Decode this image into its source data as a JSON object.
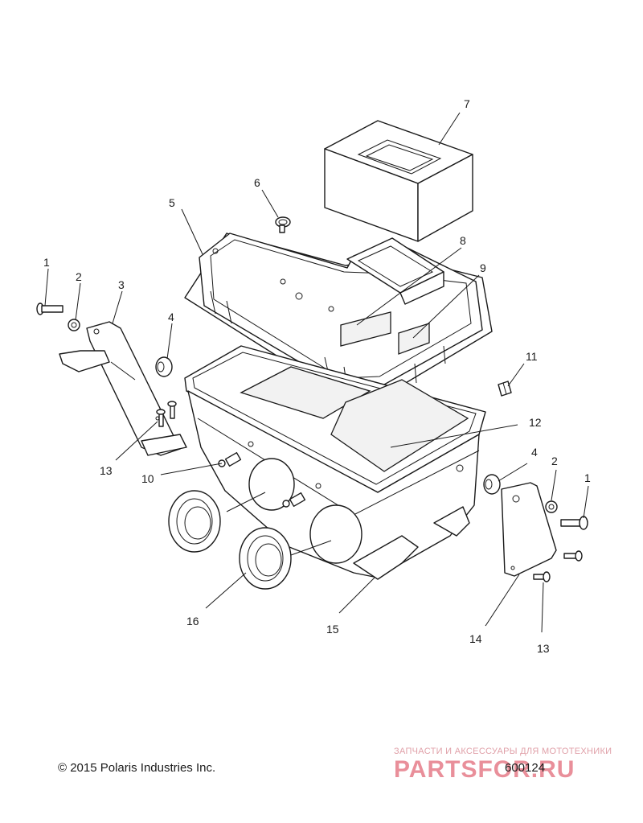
{
  "callouts": [
    {
      "id": "c1a",
      "label": "1"
    },
    {
      "id": "c2a",
      "label": "2"
    },
    {
      "id": "c3",
      "label": "3"
    },
    {
      "id": "c4a",
      "label": "4"
    },
    {
      "id": "c5",
      "label": "5"
    },
    {
      "id": "c6",
      "label": "6"
    },
    {
      "id": "c7",
      "label": "7"
    },
    {
      "id": "c8",
      "label": "8"
    },
    {
      "id": "c9",
      "label": "9"
    },
    {
      "id": "c10",
      "label": "10"
    },
    {
      "id": "c11",
      "label": "11"
    },
    {
      "id": "c12",
      "label": "12"
    },
    {
      "id": "c13a",
      "label": "13"
    },
    {
      "id": "c14",
      "label": "14"
    },
    {
      "id": "c15",
      "label": "15"
    },
    {
      "id": "c16",
      "label": "16"
    },
    {
      "id": "c4b",
      "label": "4"
    },
    {
      "id": "c2b",
      "label": "2"
    },
    {
      "id": "c1b",
      "label": "1"
    },
    {
      "id": "c13b",
      "label": "13"
    }
  ],
  "footer": {
    "copyright": "© 2015 Polaris Industries Inc.",
    "figure_number": "600124"
  },
  "watermark": {
    "subtitle": "ЗАПЧАСТИ И АКСЕССУАРЫ ДЛЯ МОТОТЕХНИКИ",
    "logo_text": "PARTSFOR.RU"
  }
}
